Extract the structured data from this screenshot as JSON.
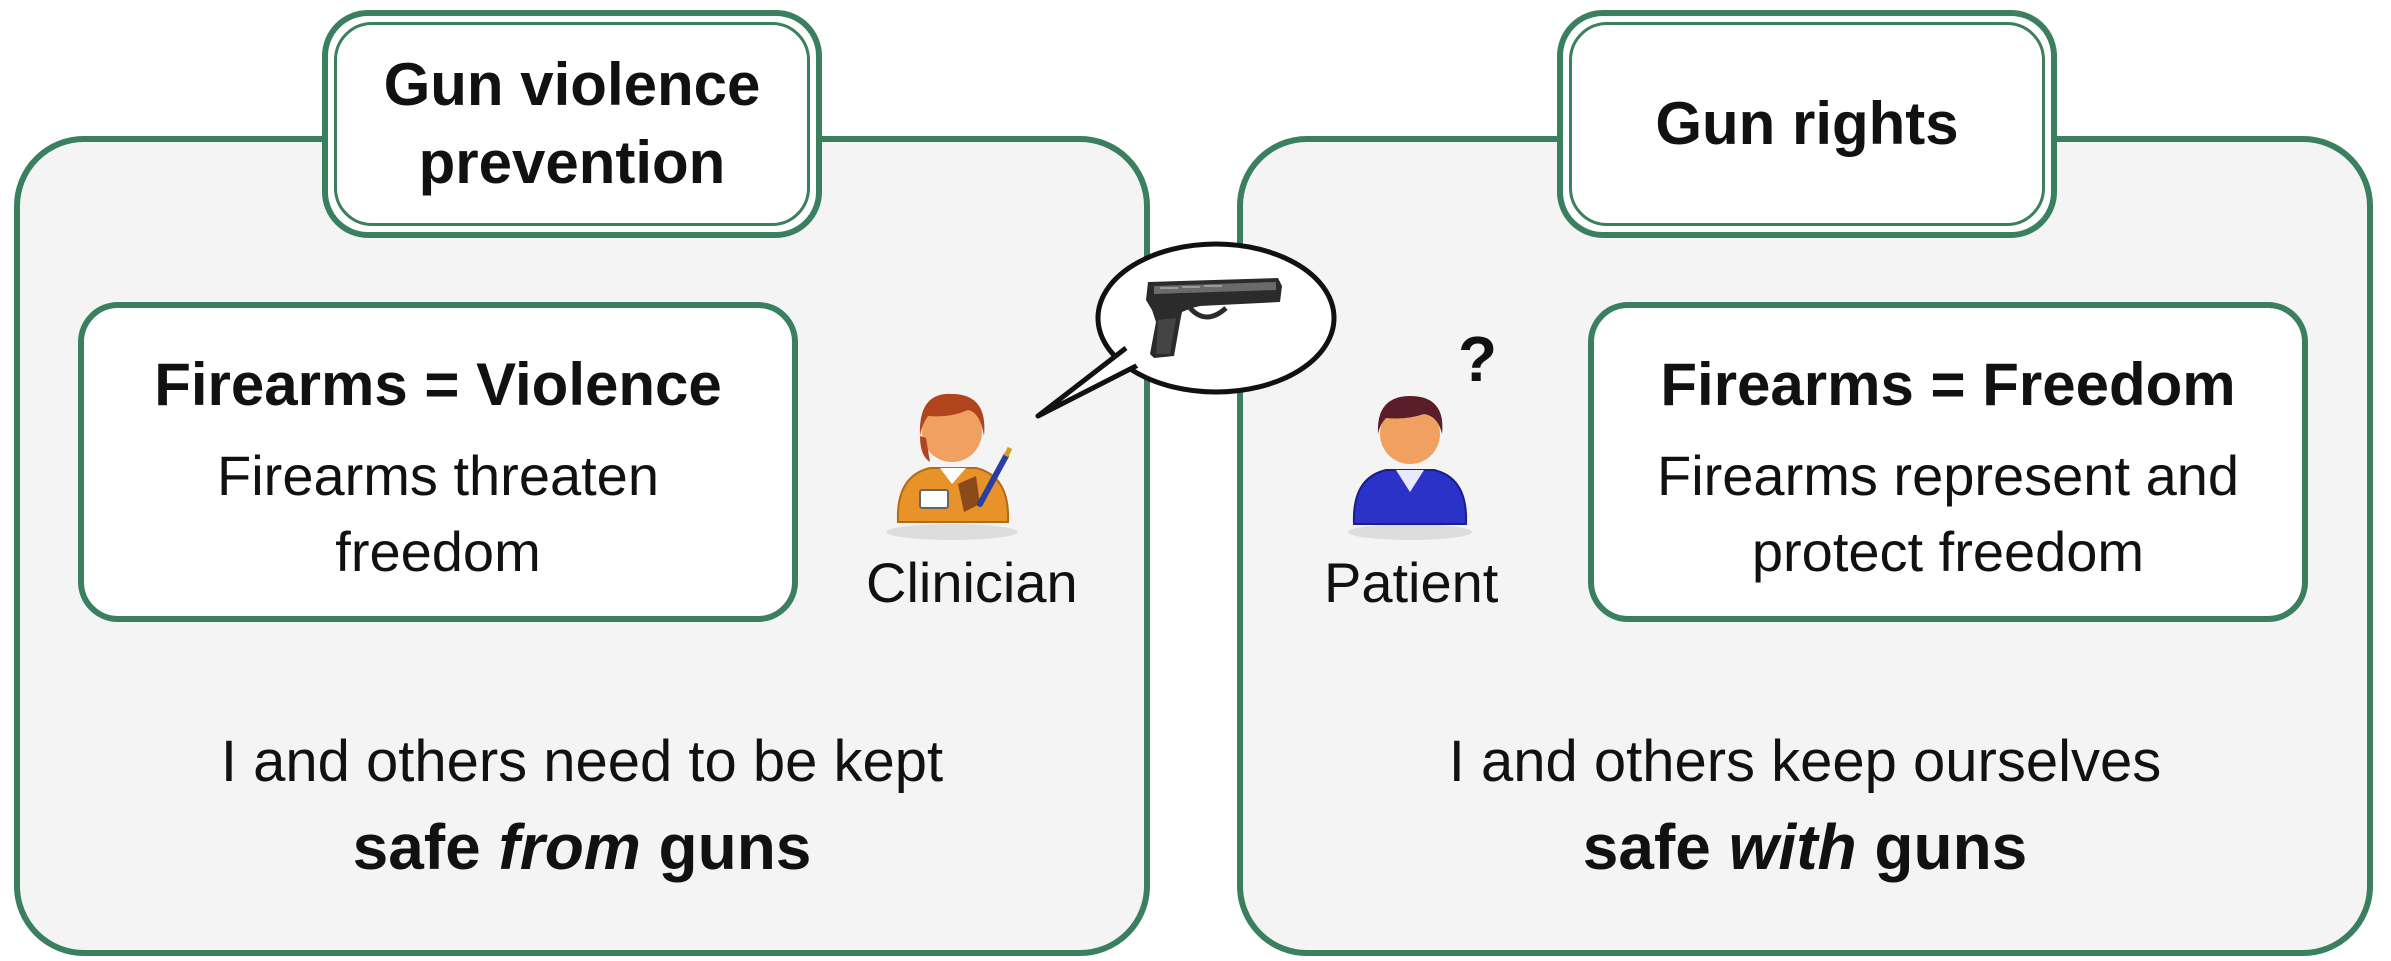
{
  "left": {
    "tab_title": "Gun violence\nprevention",
    "card_title": "Firearms = Violence",
    "card_desc": "Firearms threaten\nfreedom",
    "person_label": "Clinician",
    "bottom_line1": "I and others need to be kept",
    "bottom_bold_a": "safe ",
    "bottom_italic": "from",
    "bottom_bold_b": " guns"
  },
  "right": {
    "tab_title": "Gun rights",
    "card_title": "Firearms = Freedom",
    "card_desc": "Firearms represent and\nprotect freedom",
    "person_label": "Patient",
    "question": "?",
    "bottom_line1": "I and others keep ourselves",
    "bottom_bold_a": "safe ",
    "bottom_italic": "with",
    "bottom_bold_b": " guns"
  },
  "icons": {
    "clinician": "clinician-person-icon",
    "patient": "patient-person-icon",
    "gun": "handgun-icon",
    "bubble": "speech-bubble"
  },
  "colors": {
    "border": "#3a7f5e",
    "panel_bg": "#f4f4f4"
  }
}
